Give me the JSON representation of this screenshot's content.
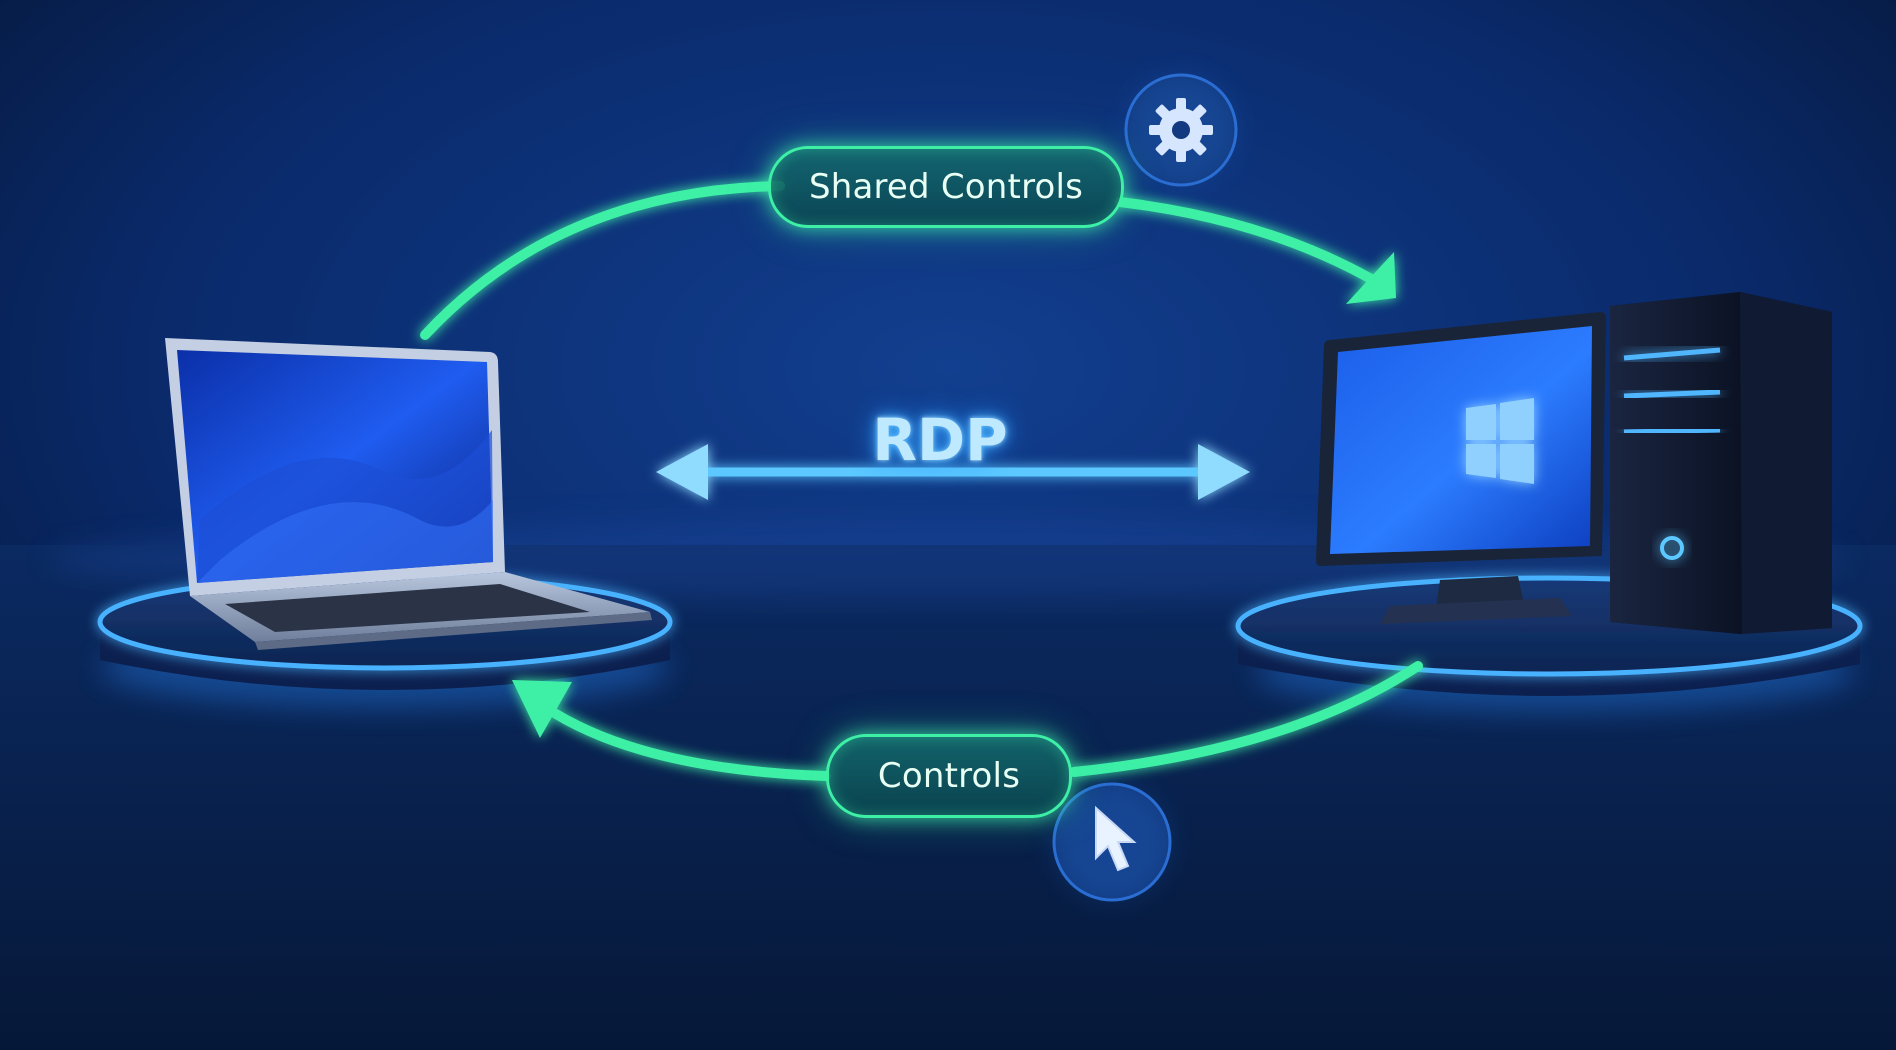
{
  "labels": {
    "top_flow": "Shared Controls",
    "center_link": "RDP",
    "bottom_flow": "Controls"
  },
  "icons": {
    "top_badge": "gear-icon",
    "bottom_badge": "cursor-pointer-icon",
    "remote_screen": "windows-logo-icon"
  },
  "colors": {
    "background": "#0a2a6b",
    "flow_arrow": "#3df0a6",
    "rdp_arrow": "#5cc8ff",
    "platform_glow": "#3aa0ff"
  }
}
